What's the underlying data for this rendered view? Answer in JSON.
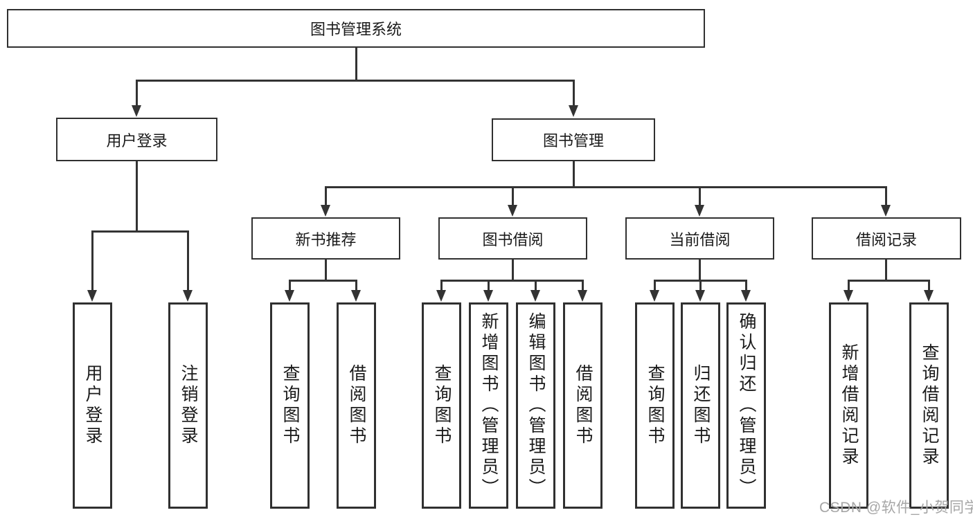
{
  "diagram_title": "图书管理系统",
  "watermark": "CSDN @软件_小贺同学",
  "colors": {
    "line": "#333333",
    "box_border": "#303030",
    "text": "#1a1a1a",
    "watermark": "#a6a6a6",
    "background": "#ffffff"
  },
  "tree": {
    "root": {
      "label": "图书管理系统",
      "children": [
        {
          "label": "用户登录",
          "children": [
            {
              "label": "用户登录"
            },
            {
              "label": "注销登录"
            }
          ]
        },
        {
          "label": "图书管理",
          "children": [
            {
              "label": "新书推荐",
              "children": [
                {
                  "label": "查询图书"
                },
                {
                  "label": "借阅图书"
                }
              ]
            },
            {
              "label": "图书借阅",
              "children": [
                {
                  "label": "查询图书"
                },
                {
                  "label": "新增图书（管理员）"
                },
                {
                  "label": "编辑图书（管理员）"
                },
                {
                  "label": "借阅图书"
                }
              ]
            },
            {
              "label": "当前借阅",
              "children": [
                {
                  "label": "查询图书"
                },
                {
                  "label": "归还图书"
                },
                {
                  "label": "确认归还（管理员）"
                }
              ]
            },
            {
              "label": "借阅记录",
              "children": [
                {
                  "label": "新增借阅记录"
                },
                {
                  "label": "查询借阅记录"
                }
              ]
            }
          ]
        }
      ]
    }
  }
}
